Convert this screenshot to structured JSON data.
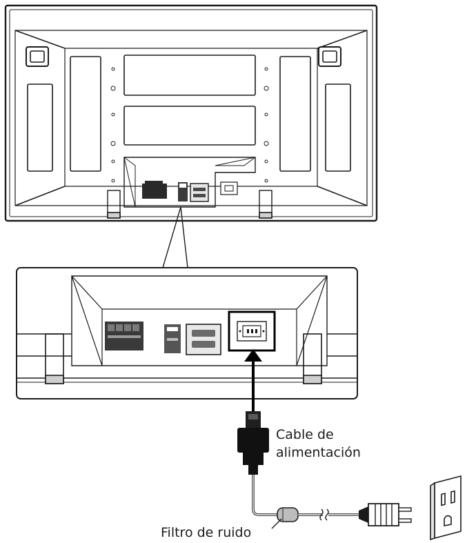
{
  "labels": {
    "power_cable_line1": "Cable de",
    "power_cable_line2": "alimentación",
    "noise_filter": "Filtro de ruido"
  },
  "colors": {
    "stroke": "#1a1a1a",
    "panel_fill": "#ffffff",
    "connector_dark": "#2a2a2a",
    "connector_grey": "#8c8c8c",
    "highlight": "#000000"
  }
}
